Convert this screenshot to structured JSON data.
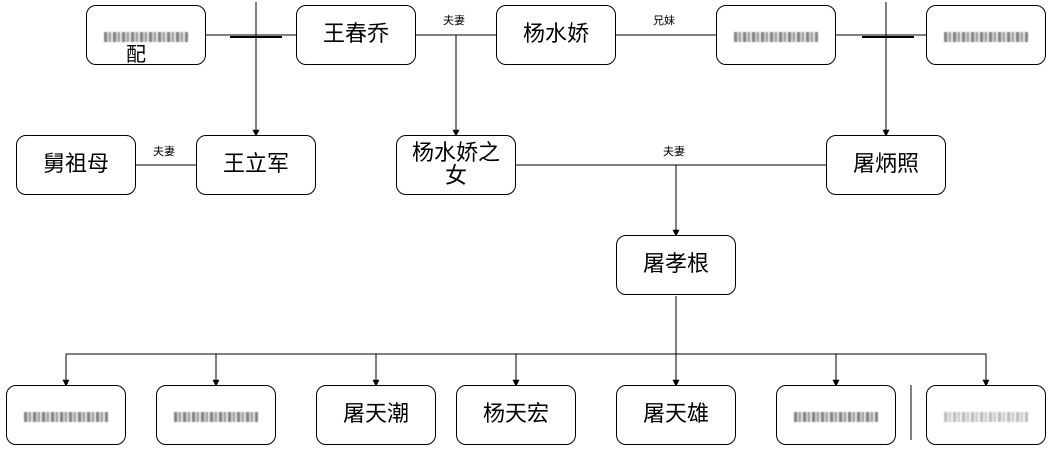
{
  "people": {
    "top_left_obscured": "配",
    "wang_chunqiao": "王春乔",
    "yang_shuijiao": "杨水娇",
    "jiu_zumu": "舅祖母",
    "wang_lijun": "王立军",
    "yang_shuijiao_daughter": "杨水娇之女",
    "tu_bingzhao": "屠炳照",
    "tu_xiaogen": "屠孝根",
    "tu_tianchao": "屠天潮",
    "yang_tianhong": "杨天宏",
    "tu_tianxiong": "屠天雄"
  },
  "relations": {
    "spouse_top": "夫妻",
    "siblings_top": "兄妹",
    "spouse_left": "夫妻",
    "spouse_middle": "夫妻"
  }
}
